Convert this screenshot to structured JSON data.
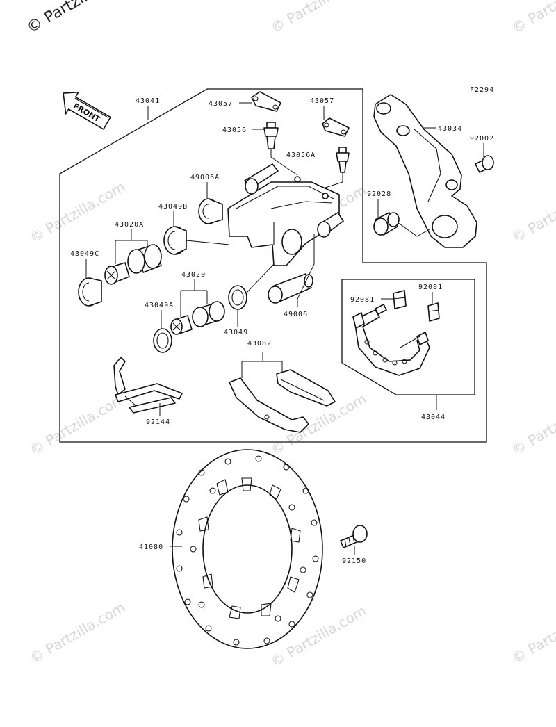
{
  "figure_code": "F2294",
  "watermark": {
    "corner_text": "© Partzilla.com",
    "repeat_text": "© Partzilla.com"
  },
  "front_arrow_text": "FRONT",
  "parts": {
    "p43041": "43041",
    "p43057a": "43057",
    "p43057b": "43057",
    "p43056": "43056",
    "p43056A": "43056A",
    "p49006A": "49006A",
    "p43049B": "43049B",
    "p43020A": "43020A",
    "p43049C": "43049C",
    "p43020": "43020",
    "p43049A": "43049A",
    "p43049": "43049",
    "p49006": "49006",
    "p43034": "43034",
    "p92002": "92002",
    "p92028": "92028",
    "p92081a": "92081",
    "p92081b": "92081",
    "p43044": "43044",
    "p43082": "43082",
    "p92144": "92144",
    "p41080": "41080",
    "p92150": "92150"
  }
}
